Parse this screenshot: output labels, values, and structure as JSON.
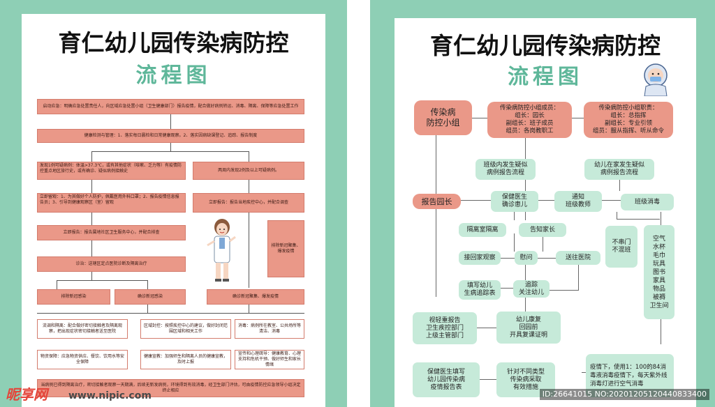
{
  "left": {
    "title": "育仁幼儿园传染病防控",
    "subtitle": "流程图",
    "emergency": "启动应急：明确应急处置责任人，向区域应急处置小组（卫生健康部门）报告疫情，配合做好病例转运、消毒、隔离、保障等应急处置工作",
    "monitoring": "健康检测与管理：1、落实每日晨检和日常健康观察。2、落实因病缺课登记、追踪、报告制度",
    "fever": "发现1例可疑病例：体温>37.3℃，或有其他症状（咳嗽、乏力等）有疫情防控重点地区旅行史，或有确诊、疑似病例接触史",
    "two_cases": "两周内发现2例及以上可疑病例。",
    "isolate": "立即留观：1、为其做好个人防护，佩戴医用外科口罩；2、报告疫情信息报告员；3、引导到健康观察区（室）留观",
    "report_cdc": "立即报告：报告当地疾控中心，并配合调查",
    "report_community": "立即报告：报告属地社区卫生服务中心，并配合排查",
    "diagnosis": "诊治：送辖区定点医院诊断及隔离治疗",
    "exclude_box": "排除新冠聚集、爆发疫情",
    "exclude_case": "排除新冠感染",
    "confirm_case": "确诊新冠感染",
    "confirm_outbreak": "确诊新冠聚集、爆发疫情",
    "contacts": "流调和隔离：配合做好密切接触者及隔离观察，把出现症状密切接触者送至医院",
    "closure": "区域封控：按照疾控中心的建议，做好封闭范围区域和相关工作",
    "disinfect": "消毒：病例所在教室、公共场所等清洁、消毒",
    "supplies": "物资保障：应急物资供应、餐饮、饮用水等安全保障",
    "education": "健康宣教：加强师生和隔离人员的健康宣教，及时上报",
    "psych": "宣传和心理疏导：健康教育、心理支持和危机干预、做好师生和家长情绪",
    "bottom": "当病例已得到隔离治疗，密切接触者观察一天期满，后续无新发病例，环境得到有效消毒，经卫生部门评估，可由疫情防控应急领导小组决定终止相应"
  },
  "right": {
    "title": "育仁幼儿园传染病防控",
    "subtitle": "流程图",
    "team": "传染病\n防控小组",
    "members": "传染病防控小组成员：\n组长：园长\n副组长：班子成员\n组员：各岗教职工",
    "duties": "传染病防控小组职责：\n组长：总指挥\n副组长：专业引领\n组员：服从指挥、听从命令",
    "class_suspect": "班级内发生疑似\n病例报告流程",
    "home_suspect": "幼儿在家发生疑似\n病例报告流程",
    "report_director": "报告园长",
    "doctor": "保健医生\n确诊患儿",
    "notify": "通知\n班级教师",
    "class_disinfect": "班级消毒",
    "isolation_room": "隔离室隔离",
    "notify_parents": "告知家长",
    "no_mix": "不串门\n不混班",
    "items": "空气\n水杯\n毛巾\n玩具\n图书\n家具\n物品\n被褥\n卫生间",
    "home_observe": "接回家观察",
    "comfort": "慰问",
    "hospital": "送往医院",
    "tracking_table": "填写幼儿\n生病追踪表",
    "track": "追踪\n关注幼儿",
    "report_up": "视轻重报告\n卫生疾控部门\n上级主管部门",
    "recover": "幼儿康复\n回园前\n开具复课证明",
    "fill_report": "保健医生填写\n幼儿园传染病\n疫情报告表",
    "measures": "针对不同类型\n传染病采取\n有效措施",
    "disinfect_note": "疫情下，使用1：100的84消毒液消毒疫情下，每天紫外线消毒灯进行空气消毒"
  },
  "watermark": {
    "logo": "昵享网",
    "url": "www.nipic.com",
    "id": "ID:26641015 NO:20201205120440833400"
  },
  "colors": {
    "teal": "#8ecfb5",
    "salmon": "#ea9888",
    "mint": "#c6ead9",
    "accent": "#5fb79a"
  }
}
